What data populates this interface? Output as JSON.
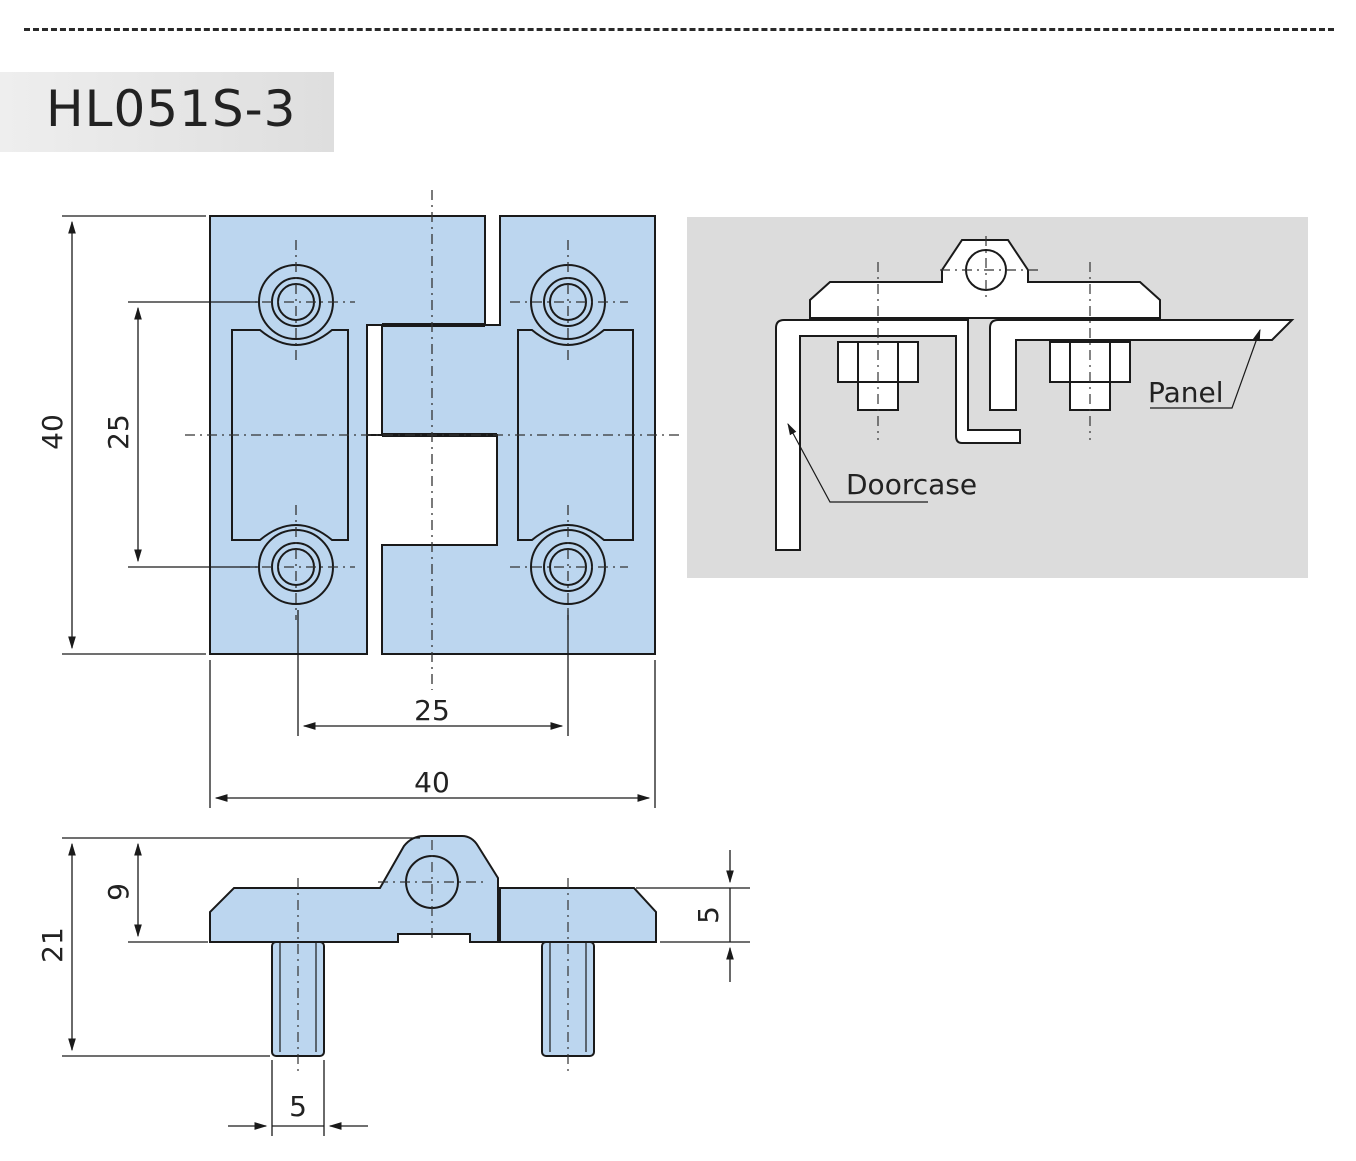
{
  "title": "HL051S-3",
  "top_view": {
    "dim_height": "40",
    "dim_hole_vertical": "25",
    "dim_hole_horizontal": "25",
    "dim_width": "40"
  },
  "side_view": {
    "dim_total_height": "21",
    "dim_knuckle": "9",
    "dim_leaf": "5",
    "dim_stud": "5"
  },
  "install_view": {
    "label_panel": "Panel",
    "label_doorcase": "Doorcase"
  },
  "colors": {
    "part_fill": "#bcd6ef",
    "install_bg": "#dcdcdc",
    "line": "#1a1a1a"
  }
}
